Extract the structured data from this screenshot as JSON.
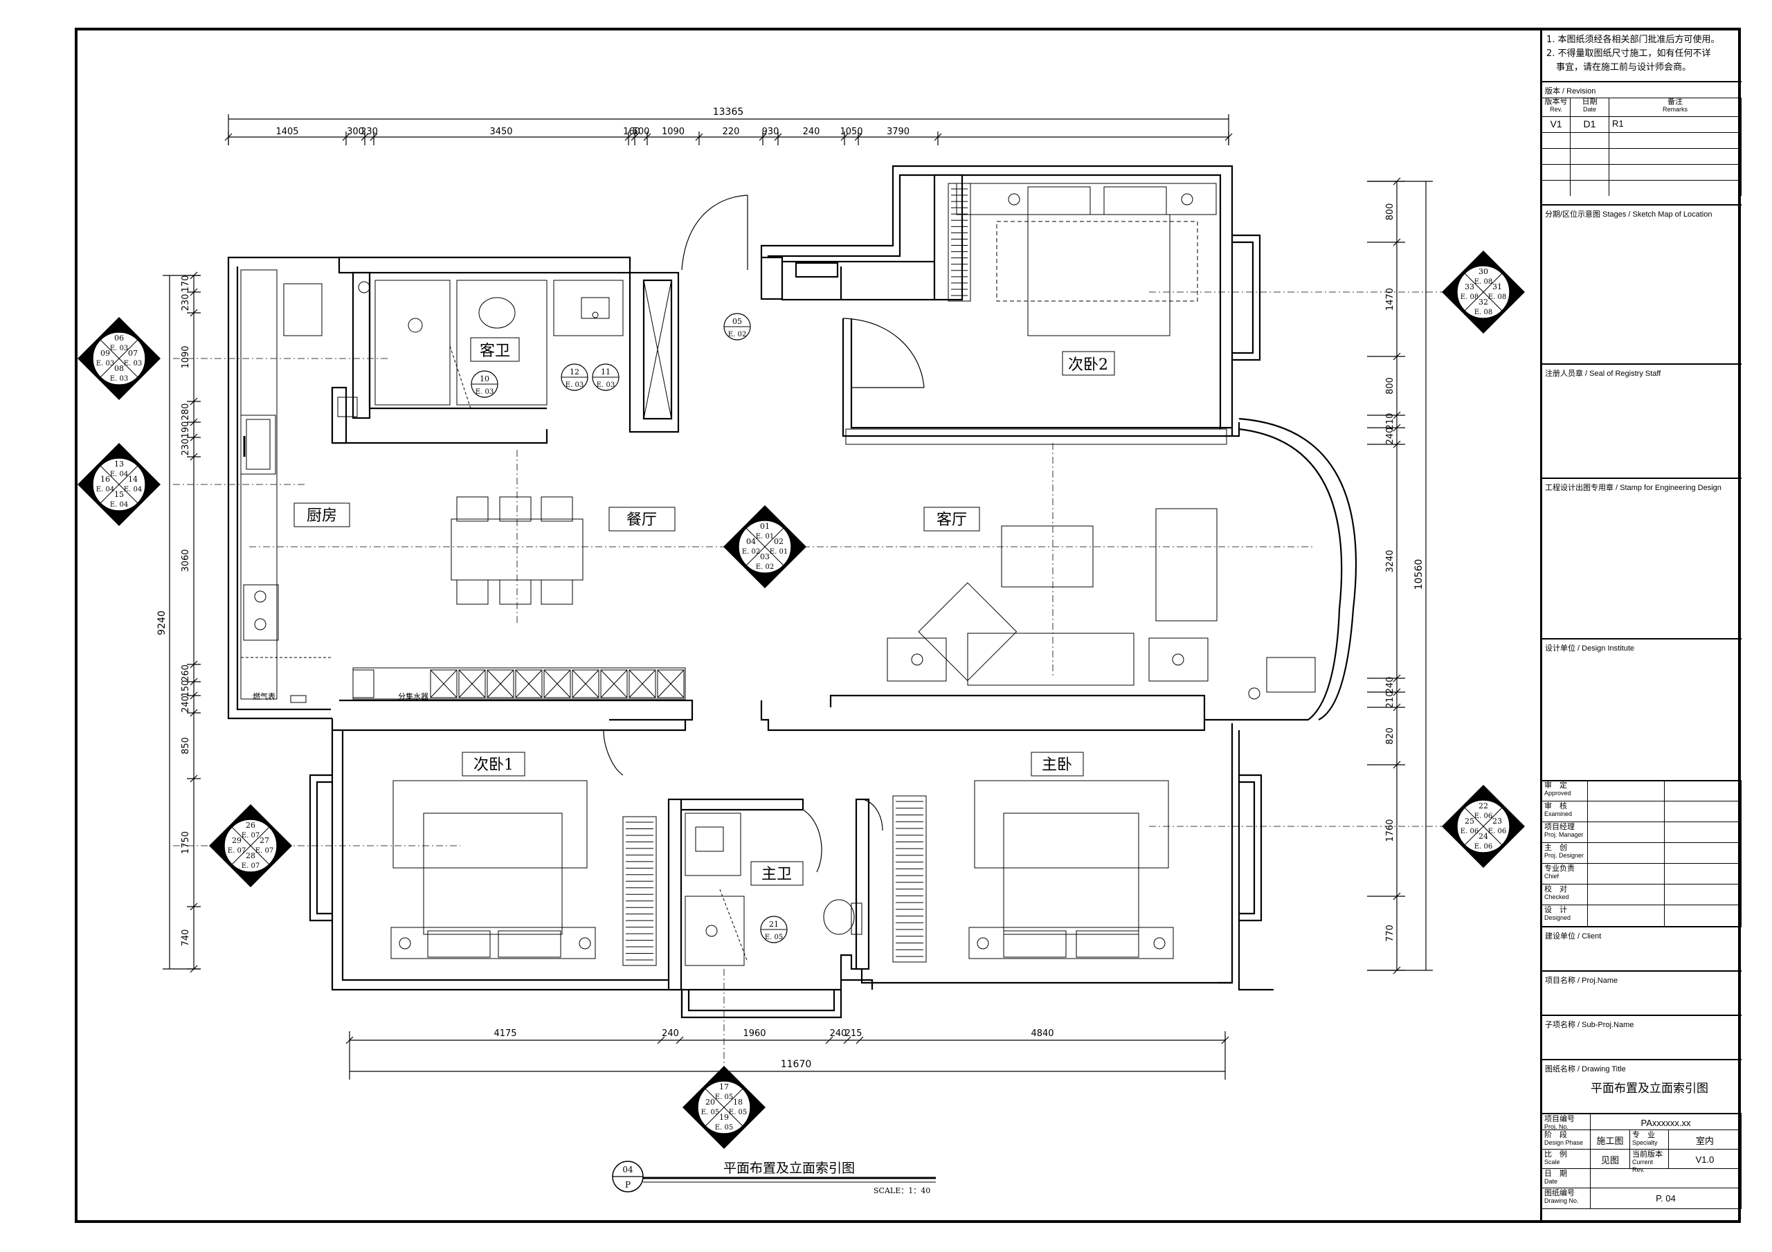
{
  "drawing": {
    "title": "平面布置及立面索引图",
    "scale": "SCALE：1：40",
    "ref_number": "04",
    "ref_sheet": "P"
  },
  "dimensions": {
    "top_total": "13365",
    "top_segments": [
      "1405",
      "300",
      "230",
      "3450",
      "160",
      "500",
      "1090",
      "220",
      "930",
      "240",
      "1050",
      "3790"
    ],
    "bottom_total": "11670",
    "bottom_segments": [
      "4175",
      "240",
      "1960",
      "240",
      "215",
      "4840"
    ],
    "left_total": "9240",
    "left_segments": [
      "170",
      "230",
      "1090",
      "280",
      "190",
      "230",
      "3060",
      "260",
      "150",
      "240",
      "850",
      "1750",
      "740"
    ],
    "right_total": "10560",
    "right_segments": [
      "800",
      "1470",
      "800",
      "210",
      "240",
      "3240",
      "240",
      "210",
      "820",
      "1760",
      "770"
    ]
  },
  "rooms": {
    "kitchen": "厨房",
    "dining": "餐厅",
    "living": "客厅",
    "guest_bath": "客卫",
    "bedroom2": "次卧2",
    "bedroom1": "次卧1",
    "master_bedroom": "主卧",
    "master_bath": "主卫"
  },
  "fixture_labels": {
    "gas_meter": "燃气表",
    "water_divider": "分集水器"
  },
  "index_symbols": {
    "left_upper": {
      "top": "06",
      "top_sheet": "E. 03",
      "left": "09",
      "left_sheet": "E. 03",
      "right": "07",
      "right_sheet": "E. 03",
      "bottom": "08",
      "bottom_sheet": "E. 03"
    },
    "left_middle": {
      "top": "13",
      "top_sheet": "E. 04",
      "left": "16",
      "left_sheet": "E. 04",
      "right": "14",
      "right_sheet": "E. 04",
      "bottom": "15",
      "bottom_sheet": "E. 04"
    },
    "center": {
      "top": "01",
      "top_sheet": "E. 01",
      "left": "04",
      "left_sheet": "E. 02",
      "right": "02",
      "right_sheet": "E. 01",
      "bottom": "03",
      "bottom_sheet": "E. 02"
    },
    "left_lower": {
      "top": "26",
      "top_sheet": "E. 07",
      "left": "29",
      "left_sheet": "E. 07",
      "right": "27",
      "right_sheet": "E. 07",
      "bottom": "28",
      "bottom_sheet": "E. 07"
    },
    "right_upper": {
      "top": "30",
      "top_sheet": "E. 08",
      "left": "33",
      "left_sheet": "E. 08",
      "right": "31",
      "right_sheet": "E. 08",
      "bottom": "32",
      "bottom_sheet": "E. 08"
    },
    "right_lower": {
      "top": "22",
      "top_sheet": "E. 06",
      "left": "25",
      "left_sheet": "E. 06",
      "right": "23",
      "right_sheet": "E. 06",
      "bottom": "24",
      "bottom_sheet": "E. 06"
    },
    "bottom": {
      "top": "17",
      "top_sheet": "E. 05",
      "left": "20",
      "left_sheet": "E. 05",
      "right": "18",
      "right_sheet": "E. 05",
      "bottom": "19",
      "bottom_sheet": "E. 05"
    }
  },
  "circle_refs": [
    {
      "num": "05",
      "sheet": "E. 02"
    },
    {
      "num": "12",
      "sheet": "E. 03"
    },
    {
      "num": "11",
      "sheet": "E. 03"
    },
    {
      "num": "10",
      "sheet": "E. 03"
    },
    {
      "num": "21",
      "sheet": "E. 05"
    }
  ],
  "title_block": {
    "notes": [
      "1. 本图纸须经各相关部门批准后方可使用。",
      "2. 不得量取图纸尺寸施工，如有任何不详",
      "事宜，请在施工前与设计师会商。"
    ],
    "revision_label": "版本 / Revision",
    "rev_headers": {
      "version": "版本号",
      "version_en": "Rev.",
      "date": "日期",
      "date_en": "Date",
      "remarks": "备注",
      "remarks_en": "Remarks"
    },
    "rev_row": {
      "version": "V1",
      "date": "D1",
      "remarks": "R1"
    },
    "stages_label": "分期/区位示意图 Stages / Sketch Map of Location",
    "registry_label": "注册人员章 / Seal of Registry Staff",
    "stamp_label": "工程设计出图专用章 / Stamp for Engineering Design",
    "institute_label": "设计单位 / Design Institute",
    "roles": [
      {
        "cn": "审　定",
        "en": "Approved"
      },
      {
        "cn": "审　核",
        "en": "Examined"
      },
      {
        "cn": "项目经理",
        "en": "Proj. Manager"
      },
      {
        "cn": "主　创",
        "en": "Proj. Designer"
      },
      {
        "cn": "专业负责",
        "en": "Chief"
      },
      {
        "cn": "校　对",
        "en": "Checked"
      },
      {
        "cn": "设　计",
        "en": "Designed"
      }
    ],
    "client_label": "建设单位 / Client",
    "proj_name_label": "项目名称 / Proj.Name",
    "sub_proj_label": "子项名称 / Sub-Proj.Name",
    "drawing_title_label": "图纸名称 / Drawing Title",
    "drawing_title": "平面布置及立面索引图",
    "proj_no_label": "项目编号",
    "proj_no_en": "Proj. No.",
    "proj_no": "PAxxxxxx.xx",
    "phase_label": "阶　段",
    "phase_en": "Design Phase",
    "phase": "施工图",
    "specialty_label": "专　业",
    "specialty_en": "Specialty",
    "specialty": "室内",
    "scale_label": "比　例",
    "scale_en": "Scale",
    "scale": "见图",
    "current_rev_label": "当前版本",
    "current_rev_en": "Current Rev.",
    "current_rev": "V1.0",
    "date_label": "日　期",
    "date_en": "Date",
    "drawing_no_label": "图纸编号",
    "drawing_no_en": "Drawing No.",
    "drawing_no": "P. 04"
  }
}
